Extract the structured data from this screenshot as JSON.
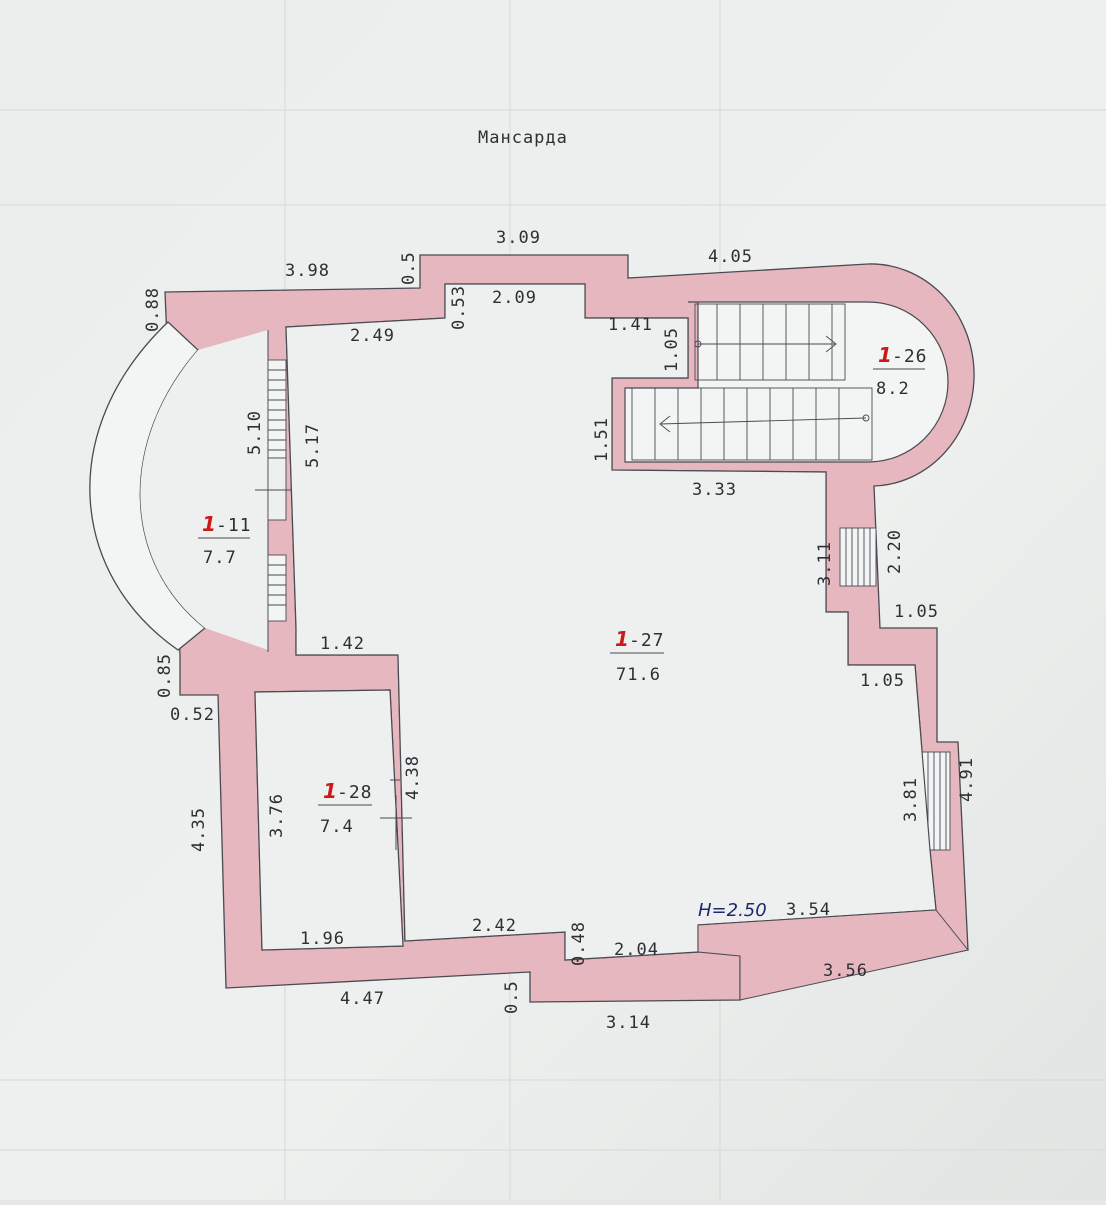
{
  "title": "Мансарда",
  "height_note": "H=2.50",
  "colors": {
    "paper": "#eef0f0",
    "wall": "#e6b7bf",
    "outline": "#4a4a52",
    "marker": "#cc1a1a",
    "ink": "#1d2a6e"
  },
  "rooms": [
    {
      "id": "room-11",
      "marker": "1",
      "code": "-11",
      "area": "7.7"
    },
    {
      "id": "room-26",
      "marker": "1",
      "code": "-26",
      "area": "8.2"
    },
    {
      "id": "room-27",
      "marker": "1",
      "code": "-27",
      "area": "71.6"
    },
    {
      "id": "room-28",
      "marker": "1",
      "code": "-28",
      "area": "7.4"
    }
  ],
  "dimensions": {
    "top_3_98": "3.98",
    "top_0_5": "0.5",
    "top_3_09": "3.09",
    "top_4_05": "4.05",
    "left_0_88": "0.88",
    "in_2_49": "2.49",
    "in_0_53": "0.53",
    "in_2_09": "2.09",
    "in_1_41": "1.41",
    "in_1_05_stair": "1.05",
    "in_1_51": "1.51",
    "in_3_33": "3.33",
    "in_5_10": "5.10",
    "in_5_17": "5.17",
    "in_1_42": "1.42",
    "left_0_85": "0.85",
    "left_0_52": "0.52",
    "left_4_35": "4.35",
    "in_3_76": "3.76",
    "in_4_38": "4.38",
    "in_1_96": "1.96",
    "in_2_42": "2.42",
    "in_0_48": "0.48",
    "in_2_04": "2.04",
    "in_3_54": "3.54",
    "bottom_4_47": "4.47",
    "bottom_0_5": "0.5",
    "bottom_3_14": "3.14",
    "bottom_3_56": "3.56",
    "right_3_11": "3.11",
    "right_2_20": "2.20",
    "right_1_05_out": "1.05",
    "right_1_05_in": "1.05",
    "right_3_81": "3.81",
    "right_4_91": "4.91"
  }
}
